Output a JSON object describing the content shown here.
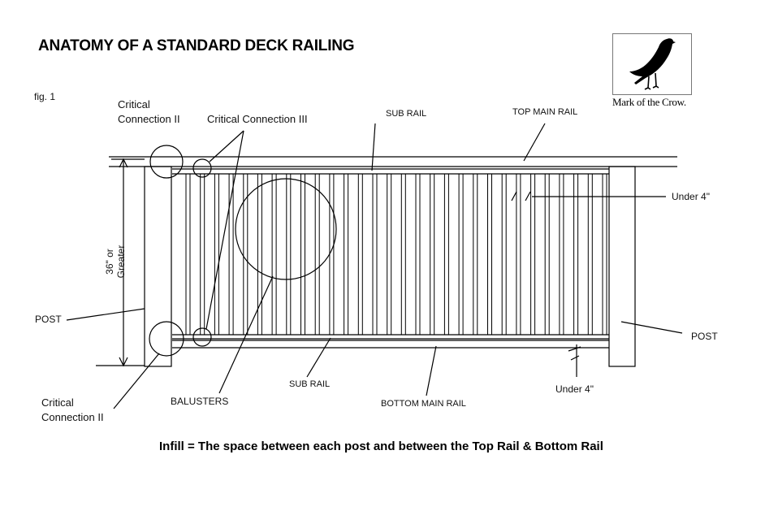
{
  "title": "ANATOMY OF A STANDARD DECK RAILING",
  "fig_label": "fig. 1",
  "logo": {
    "text": "Mark of the Crow.",
    "icon": "crow-icon"
  },
  "labels": {
    "critical_connection_ii_top_line1": "Critical",
    "critical_connection_ii_top_line2": "Connection II",
    "critical_connection_iii": "Critical Connection  III",
    "sub_rail_top": "SUB RAIL",
    "top_main_rail": "TOP MAIN RAIL",
    "under_4_top": "Under 4\"",
    "height_line1": "36\" or",
    "height_line2": "Greater",
    "post_left": "POST",
    "post_right": "POST",
    "balusters": "BALUSTERS",
    "sub_rail_bottom": "SUB RAIL",
    "bottom_main_rail": "BOTTOM MAIN RAIL",
    "under_4_bottom": "Under 4\"",
    "critical_connection_ii_bottom_line1": "Critical",
    "critical_connection_ii_bottom_line2": "Connection II"
  },
  "caption": "Infill = The space between each post and between the Top Rail & Bottom Rail"
}
